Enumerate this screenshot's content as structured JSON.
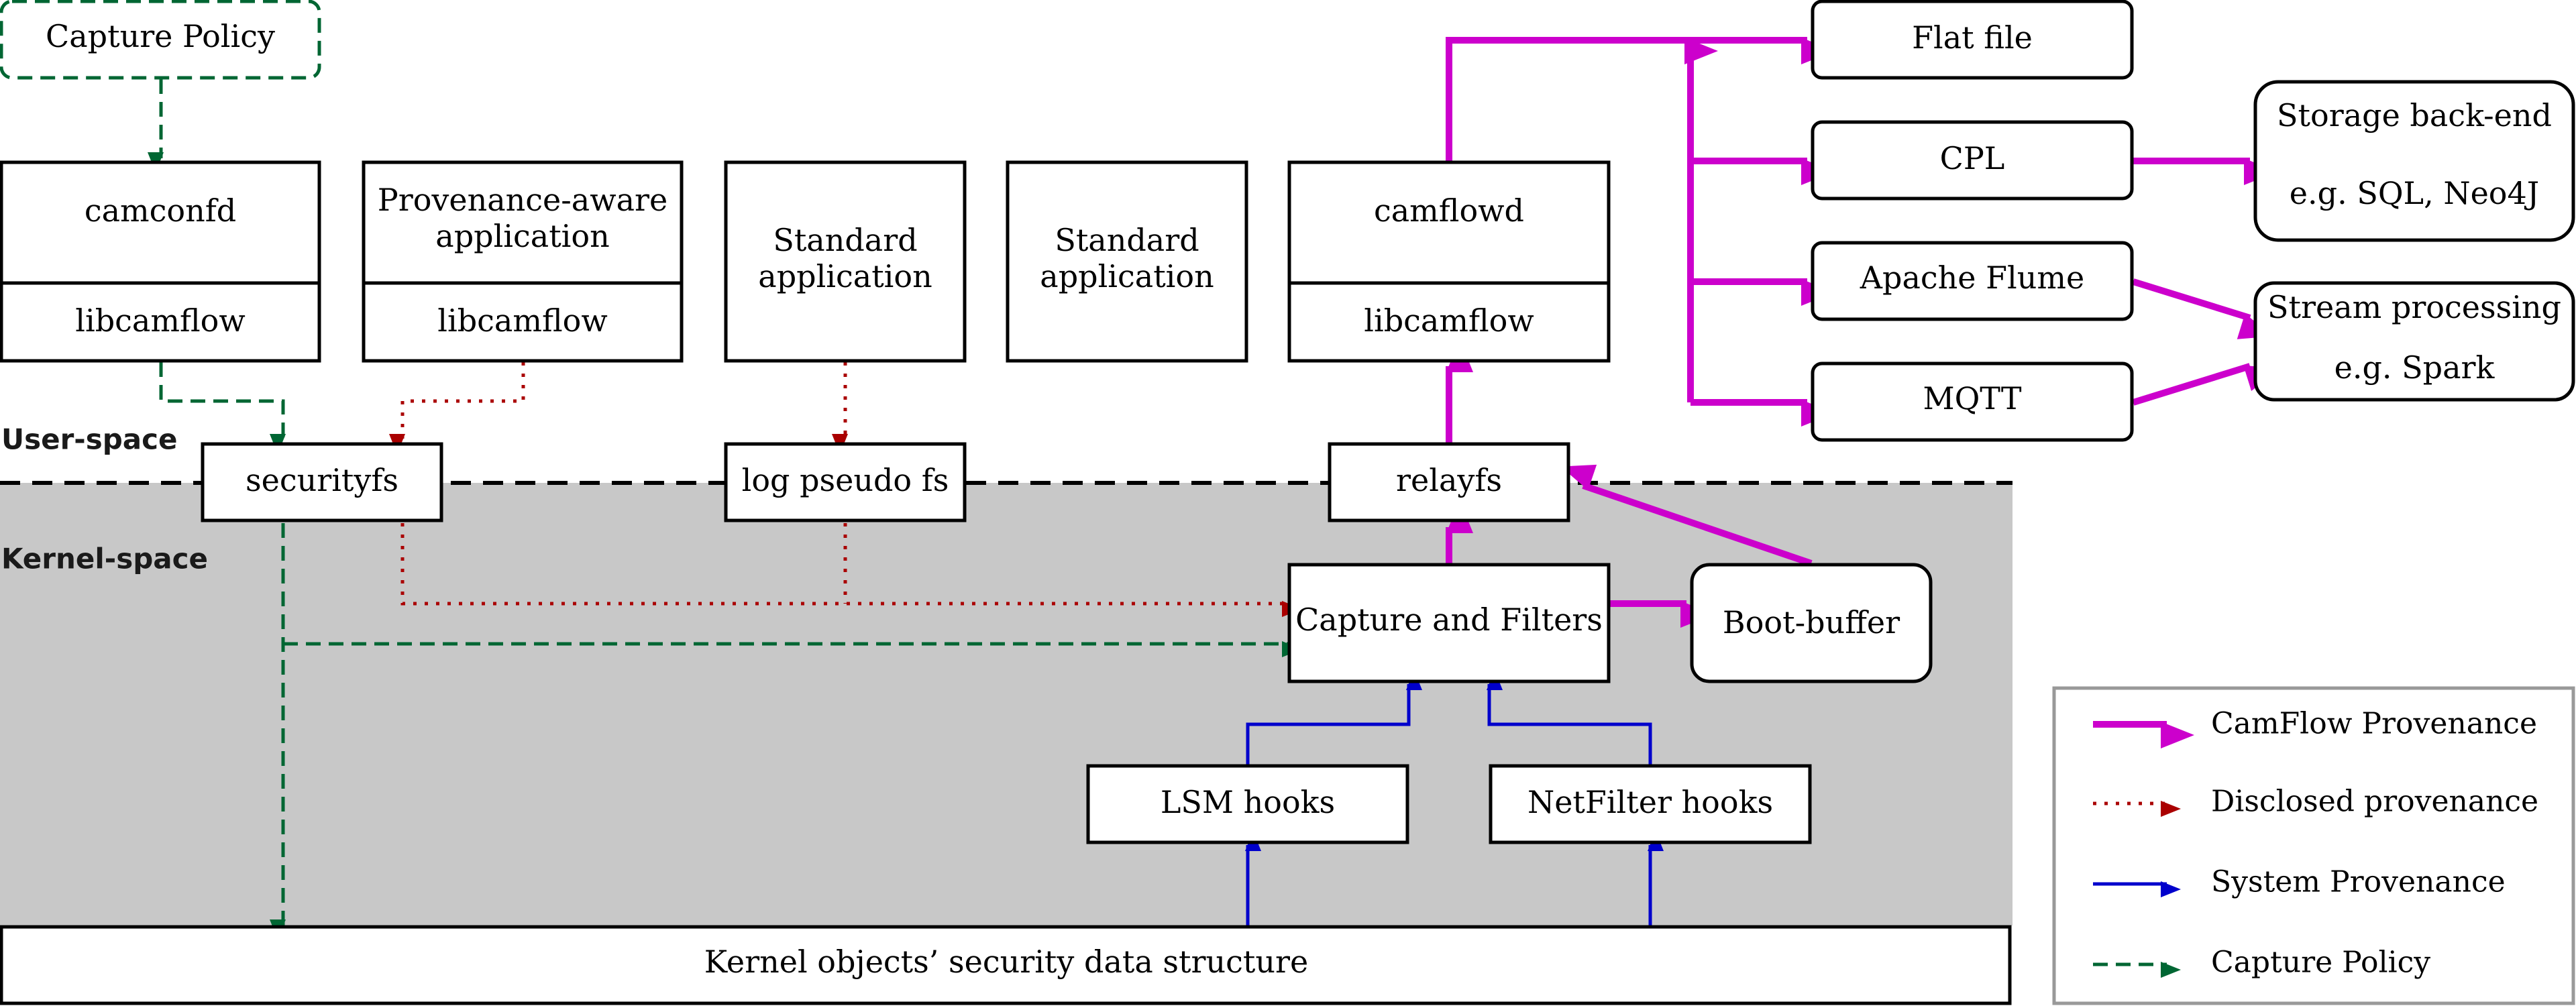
{
  "colors": {
    "camflow": "#cc00cc",
    "disclosed": "#aa0000",
    "system": "#0000cc",
    "policy": "#006633",
    "kernel_bg": "#c8c8c8"
  },
  "zones": {
    "user_space": "User-space",
    "kernel_space": "Kernel-space"
  },
  "nodes": {
    "capture_policy": "Capture Policy",
    "camconfd": "camconfd",
    "camconfd_lib": "libcamflow",
    "prov_app_line1": "Provenance-aware",
    "prov_app_line2": "application",
    "prov_app_lib": "libcamflow",
    "std_app1_line1": "Standard",
    "std_app1_line2": "application",
    "std_app2_line1": "Standard",
    "std_app2_line2": "application",
    "camflowd": "camflowd",
    "camflowd_lib": "libcamflow",
    "flat_file": "Flat file",
    "cpl": "CPL",
    "apache_flume": "Apache Flume",
    "mqtt": "MQTT",
    "storage_line1": "Storage back-end",
    "storage_line2": "e.g. SQL, Neo4J",
    "stream_line1": "Stream processing",
    "stream_line2": "e.g. Spark",
    "securityfs": "securityfs",
    "log_pseudo_fs": "log pseudo fs",
    "relayfs": "relayfs",
    "capture_filters": "Capture and Filters",
    "boot_buffer": "Boot-buffer",
    "lsm_hooks": "LSM hooks",
    "netfilter_hooks": "NetFilter hooks",
    "kernel_objects": "Kernel objects’ security data structure"
  },
  "legend": [
    {
      "label": "CamFlow Provenance",
      "style": "camflow"
    },
    {
      "label": "Disclosed provenance",
      "style": "disclosed"
    },
    {
      "label": "System Provenance",
      "style": "system"
    },
    {
      "label": "Capture Policy",
      "style": "policy"
    }
  ]
}
